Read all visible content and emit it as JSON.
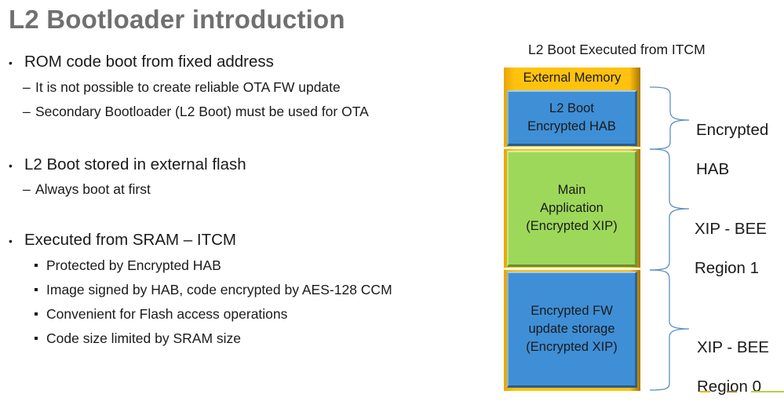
{
  "slide": {
    "title": "L2 Bootloader introduction",
    "bullets": [
      {
        "text": "ROM code boot from fixed address",
        "marker": "•",
        "children": [
          {
            "text": "It is not possible to create reliable OTA FW update",
            "marker": "–"
          },
          {
            "text": "Secondary Bootloader (L2 Boot) must be used for OTA",
            "marker": "–"
          }
        ]
      },
      {
        "text": "L2 Boot stored in external flash",
        "marker": "•",
        "children": [
          {
            "text": "Always boot at first",
            "marker": "–"
          }
        ]
      },
      {
        "text": "Executed from SRAM – ITCM",
        "marker": "•",
        "children": [
          {
            "text": "Protected by Encrypted HAB",
            "marker": "▪"
          },
          {
            "text": "Image signed by HAB, code encrypted by AES-128 CCM",
            "marker": "▪"
          },
          {
            "text": "Convenient for Flash access operations",
            "marker": "▪"
          },
          {
            "text": "Code size limited by SRAM size",
            "marker": "▪"
          }
        ]
      }
    ]
  },
  "diagram": {
    "title": "L2 Boot Executed from ITCM",
    "container_label": "External Memory",
    "colors": {
      "container": "#ffc20e",
      "blue_block": "#3f8fd6",
      "green_block": "#9dd85a",
      "brace": "#5b8fc7"
    },
    "blocks": [
      {
        "line1": "L2 Boot",
        "line2": "Encrypted HAB",
        "line3": ""
      },
      {
        "line1": "Main",
        "line2": "Application",
        "line3": "(Encrypted XIP)"
      },
      {
        "line1": "Encrypted FW",
        "line2": "update storage",
        "line3": "(Encrypted XIP)"
      }
    ],
    "regions": [
      {
        "line1": "Encrypted",
        "line2": "HAB"
      },
      {
        "line1": "XIP - BEE",
        "line2": "Region 1"
      },
      {
        "line1": "XIP - BEE",
        "line2": "Region 0"
      }
    ]
  }
}
